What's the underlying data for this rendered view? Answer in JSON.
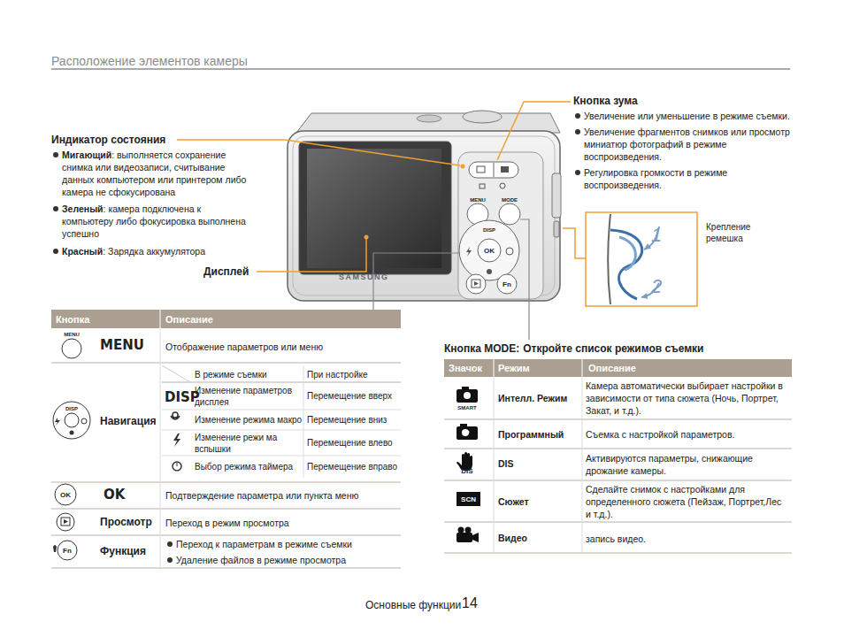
{
  "diagram": {
    "title": "Расположение элементов камеры",
    "labels": [
      "Индикатор состояния",
      "Мигающий",
      ": выполняется сохранение снимка или видеозаписи, считывание данных компьютером или принтером либо камера не сфокусирована",
      "Зеленый",
      ": камера подключена к компьютеру либо фокусировка выполнена успешно",
      "Красный",
      ": Зарядка аккумулятора",
      "Кнопка зума",
      "Увеличение или уменьшение в режиме съемки.",
      "Увеличение фрагментов снимков или просмотр миниатюр фотографий в режиме воспроизведения.",
      "Регулировка громкости в режиме воспроизведения.",
      "Дисплей",
      "Крепление ремешка",
      "1",
      "2",
      "MENU",
      "MODE",
      "DISP",
      "OK",
      "SAMSUNG",
      "Кнопка",
      "Описание",
      "MENU",
      "MENU",
      "Отображение параметров или меню",
      "DISP",
      "Навигация",
      "В режиме съемки",
      "При настройке",
      "DISP",
      "Изменение параметров дисплея",
      "Перемещение вверх",
      "Изменение режима макро",
      "Перемещение вниз",
      "Изменение режи ма вспышки",
      "Перемещение влево",
      "Выбор режима таймера",
      "Перемещение вправо",
      "OK",
      "OK",
      "Подтверждение параметра или пункта меню",
      "Просмотр",
      "Переход в режим просмотра",
      "Fn",
      "Функция",
      "Переход к параметрам в режиме съемки",
      "Удаление файлов в режиме просмотра",
      "Кнопка MODE:",
      "Откройте список режимов съемки",
      "Значок",
      "Режим",
      "Описание",
      "SMART",
      "Интелл. Режим",
      "Камера автоматически выбирает настройки в зависимости от типа сюжета (Ночь, Портрет, Закат, и т.д.).",
      "P",
      "Программный",
      "Съемка с настройкой параметров.",
      "DIS",
      "DIS",
      "Активируются параметры, снижающие дрожание камеры.",
      "SCN",
      "Сюжет",
      "Сделайте снимок с настройками для определенного сюжета (Пейзаж, Портрет,Лес и т.д.).",
      "Видео",
      "запись видео.",
      "Основные функции",
      "14",
      "Fn"
    ]
  }
}
